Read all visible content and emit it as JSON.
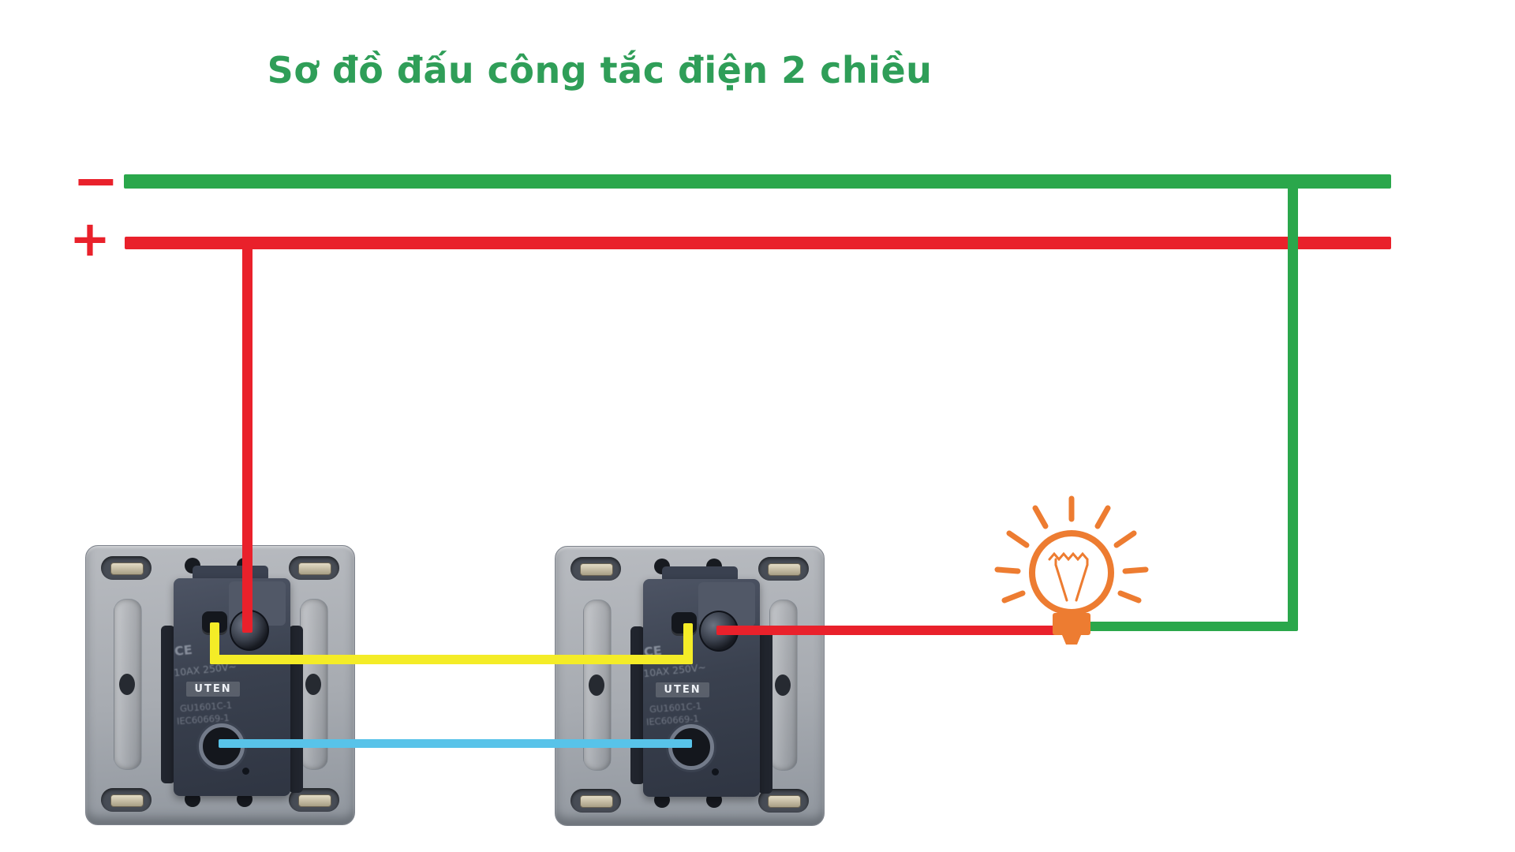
{
  "title": {
    "text": "Sơ đồ đấu công tắc điện 2 chiều"
  },
  "bus_lines": {
    "negative": {
      "label": "−",
      "wire": "green"
    },
    "positive": {
      "label": "+",
      "wire": "red"
    }
  },
  "wires": [
    {
      "id": "negative-bus",
      "color_key": "green"
    },
    {
      "id": "positive-bus",
      "color_key": "red"
    },
    {
      "id": "feed-to-switch-1",
      "color_key": "red"
    },
    {
      "id": "traveler-top",
      "color_key": "yellow"
    },
    {
      "id": "traveler-bottom",
      "color_key": "blue"
    },
    {
      "id": "switch-2-to-lamp",
      "color_key": "red"
    },
    {
      "id": "lamp-to-negative",
      "color_key": "green"
    }
  ],
  "switches": [
    {
      "brand": "UTEN",
      "ce_mark": "CE",
      "rating": "10AX 250V~",
      "model_lines": [
        "GU1601C-1",
        "IEC60669-1"
      ]
    },
    {
      "brand": "UTEN",
      "ce_mark": "CE",
      "rating": "10AX 250V~",
      "model_lines": [
        "GU1601C-1",
        "IEC60669-1"
      ]
    }
  ],
  "colors": {
    "green": "#2aa74b",
    "red": "#e9212b",
    "yellow": "#f4ec27",
    "blue": "#58c3e9",
    "orange": "#ed7c31",
    "title": "#2f9e58"
  }
}
